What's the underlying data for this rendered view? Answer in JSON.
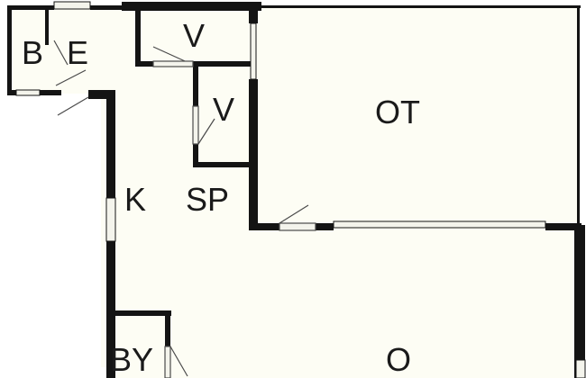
{
  "colors": {
    "wall": "#141414",
    "floor": "#fdfdf4",
    "window": "#f4f4ec",
    "door": "#4a4a4a",
    "label": "#1a1a1a"
  },
  "rooms": {
    "b": "B",
    "e": "E",
    "v_top": "V",
    "v_mid": "V",
    "ot": "OT",
    "k": "K",
    "sp": "SP",
    "by": "BY",
    "o": "O"
  }
}
